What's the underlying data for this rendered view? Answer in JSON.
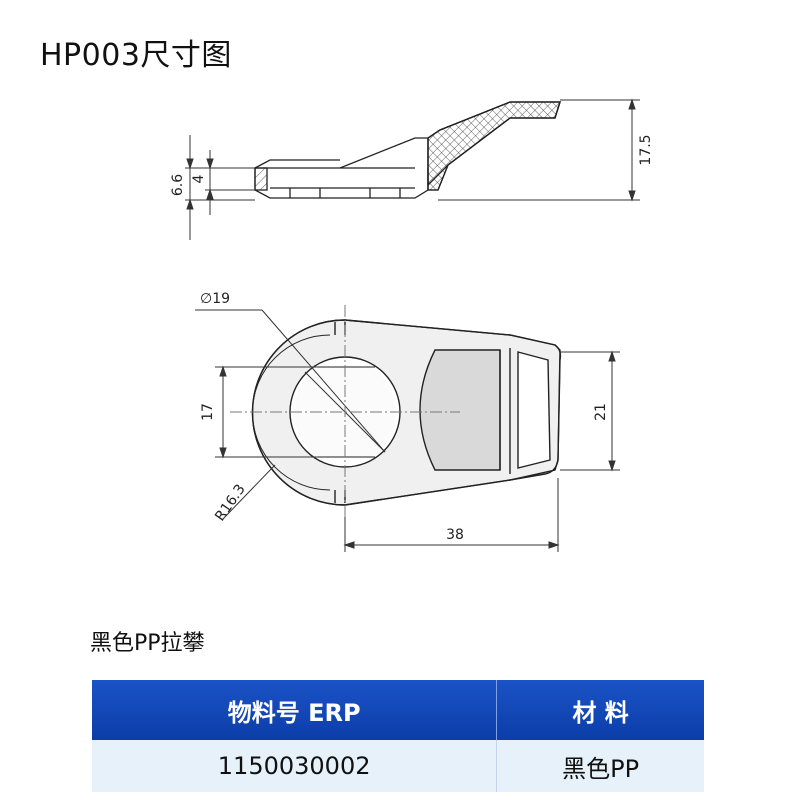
{
  "title": "HP003尺寸图",
  "dimensions": {
    "side_total_height": "17.5",
    "side_base_height": "6.6",
    "side_inner_height": "4",
    "hole_diameter": "∅19",
    "flat_width": "17",
    "outer_radius": "R16.3",
    "tab_width": "21",
    "length": "38"
  },
  "product_label": "黑色PP拉攀",
  "table": {
    "headers": [
      "物料号 ERP",
      "材 料"
    ],
    "rows": [
      [
        "1150030002",
        "黑色PP"
      ]
    ]
  },
  "colors": {
    "table_header": "#1247b8",
    "table_row": "#e6f1fa"
  }
}
